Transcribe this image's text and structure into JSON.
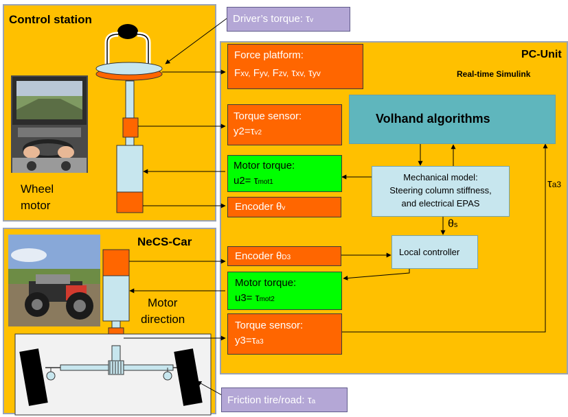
{
  "control_station": {
    "title": "Control station",
    "wheel_label": "Wheel",
    "motor_label": "motor"
  },
  "necs_car": {
    "title": "NeCS-Car",
    "motor_direction_line1": "Motor",
    "motor_direction_line2": "direction"
  },
  "pc_unit": {
    "title": "PC-Unit",
    "subtitle": "Real-time  Simulink"
  },
  "drivers_torque": {
    "label": "Driver’s torque: ",
    "symbol": "τ",
    "sub": "v"
  },
  "friction": {
    "label": "Friction tire/road: ",
    "symbol": "τ",
    "sub": "a"
  },
  "force_platform": {
    "line1": "Force platform:",
    "terms": [
      {
        "main": "F",
        "sub": "xv,"
      },
      {
        "main": "F",
        "sub": "yv,"
      },
      {
        "main": "F",
        "sub": "zv,"
      },
      {
        "main": "τ",
        "sub": "xv,"
      },
      {
        "main": "τ",
        "sub": "yv"
      }
    ]
  },
  "torque_sensor_1": {
    "line1": "Torque sensor:",
    "prefix": "y2=",
    "symbol": "τ",
    "sub": "v2"
  },
  "motor_torque_1": {
    "line1": "Motor torque:",
    "prefix": "u2= ",
    "symbol": "τ",
    "sub": "mot1"
  },
  "encoder_1": {
    "label": "Encoder  ",
    "symbol": "θ",
    "sub": "v"
  },
  "encoder_2": {
    "label": "Encoder  ",
    "symbol": "θ",
    "sub": "D3"
  },
  "motor_torque_2": {
    "line1": "Motor torque:",
    "prefix": "u3= ",
    "symbol": "τ",
    "sub": "mot2"
  },
  "torque_sensor_2": {
    "line1": "Torque sensor:",
    "prefix": "y3=",
    "symbol": "τ",
    "sub": "a3"
  },
  "volhand": {
    "label": "Volhand algorithms"
  },
  "mech_model": {
    "lines": [
      "Mechanical model:",
      "Steering column stiffness,",
      "and electrical EPAS"
    ]
  },
  "local_controller": {
    "label": "Local controller"
  },
  "theta_s": {
    "symbol": "θ",
    "sub": "s"
  },
  "tau_a3": {
    "symbol": "τ",
    "sub": "a3"
  },
  "colors": {
    "panel": "#ffc000",
    "orange_box": "#ff6600",
    "green_box": "#00ff00",
    "lavender_box": "#b4a7d6",
    "teal_box": "#5fb6bd",
    "light_box": "#c7e6ee"
  }
}
